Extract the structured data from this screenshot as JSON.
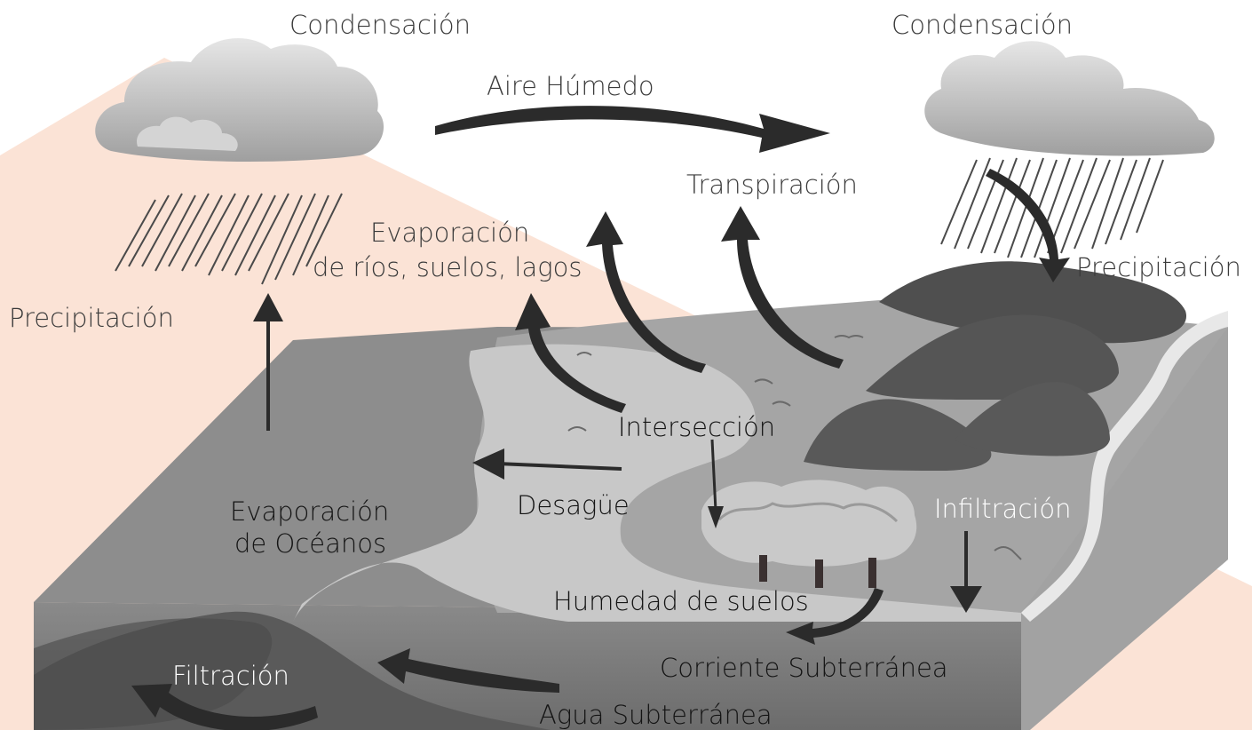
{
  "labels": {
    "condensation_left": "Condensación",
    "condensation_right": "Condensación",
    "humid_air": "Aire Húmedo",
    "transpiration": "Transpiración",
    "evaporation_land_line1": "Evaporación",
    "evaporation_land_line2": "de ríos, suelos, lagos",
    "precipitation_left": "Precipitación",
    "precipitation_right": "Precipitación",
    "interception": "Intersección",
    "runoff": "Desagüe",
    "evaporation_ocean_line1": "Evaporación",
    "evaporation_ocean_line2": "de Océanos",
    "infiltration": "Infiltración",
    "soil_moisture": "Humedad de suelos",
    "underground_current": "Corriente Subterránea",
    "filtration": "Filtración",
    "groundwater": "Agua Subterránea"
  },
  "colors": {
    "background_band": "#fbe3d6",
    "ocean_top": "#8a8a8a",
    "land_top": "#a7a7a7",
    "water": "#c9c9c9",
    "mountain": "#555555",
    "front_face": "#7b7b7b",
    "side_face": "#a4a4a4",
    "arrow": "#2b2b2b",
    "cloud": "#c4c4c4"
  }
}
